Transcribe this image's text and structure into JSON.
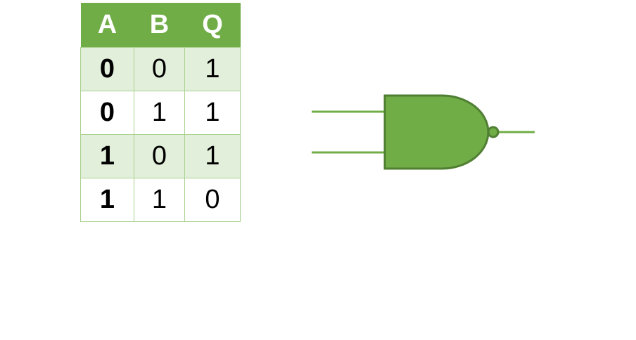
{
  "colors": {
    "header_bg": "#70ad47",
    "band_bg": "#e2efda",
    "plain_bg": "#ffffff",
    "cell_border": "#a9d18e",
    "gate_fill": "#70ad47",
    "gate_stroke": "#507e32",
    "wire": "#70ad47"
  },
  "truth_table": {
    "headers": [
      "A",
      "B",
      "Q"
    ],
    "rows": [
      [
        "0",
        "0",
        "1"
      ],
      [
        "0",
        "1",
        "1"
      ],
      [
        "1",
        "0",
        "1"
      ],
      [
        "1",
        "1",
        "0"
      ]
    ]
  },
  "gate": {
    "type": "nand-gate-icon",
    "inputs": 2,
    "outputs": 1
  }
}
